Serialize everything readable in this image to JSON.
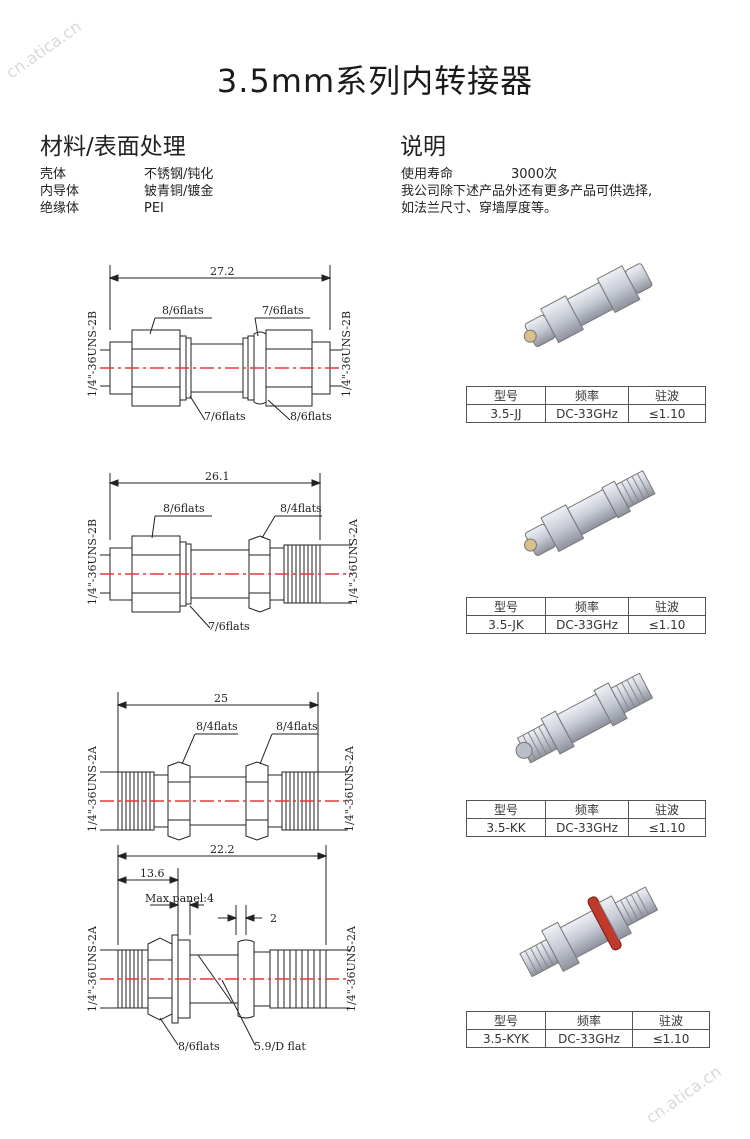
{
  "title": "3.5mm系列内转接器",
  "materials": {
    "heading": "材料/表面处理",
    "rows": [
      {
        "k": "壳体",
        "v": "不锈钢/钝化"
      },
      {
        "k": "内导体",
        "v": "铍青铜/镀金"
      },
      {
        "k": "绝缘体",
        "v": "PEI"
      }
    ]
  },
  "description": {
    "heading": "说明",
    "life_label": "使用寿命",
    "life_value": "3000次",
    "line1": "我公司除下述产品外还有更多产品可供选择,",
    "line2": "如法兰尺寸、穿墙厚度等。"
  },
  "drawings": [
    {
      "length": "27.2",
      "flats": [
        "8/6flats",
        "7/6flats",
        "7/6flats",
        "8/6flats"
      ],
      "thread_left": "1/4\"-36UNS-2B",
      "thread_right": "1/4\"-36UNS-2B"
    },
    {
      "length": "26.1",
      "flats": [
        "8/6flats",
        "8/4flats",
        "7/6flats"
      ],
      "thread_left": "1/4\"-36UNS-2B",
      "thread_right": "1/4\"-36UNS-2A"
    },
    {
      "length": "25",
      "flats": [
        "8/4flats",
        "8/4flats"
      ],
      "thread_left": "1/4\"-36UNS-2A",
      "thread_right": "1/4\"-36UNS-2A"
    },
    {
      "length": "22.2",
      "sub_length": "13.6",
      "panel": "Max panel:4",
      "gap": "2",
      "flats": [
        "8/6flats",
        "5.9/D flat"
      ],
      "thread_left": "1/4\"-36UNS-2A",
      "thread_right": "1/4\"-36UNS-2A"
    }
  ],
  "table_headers": {
    "model": "型号",
    "freq": "频率",
    "vswr": "驻波"
  },
  "products": [
    {
      "model": "3.5-JJ",
      "freq": "DC-33GHz",
      "vswr": "≤1.10"
    },
    {
      "model": "3.5-JK",
      "freq": "DC-33GHz",
      "vswr": "≤1.10"
    },
    {
      "model": "3.5-KK",
      "freq": "DC-33GHz",
      "vswr": "≤1.10"
    },
    {
      "model": "3.5-KYK",
      "freq": "DC-33GHz",
      "vswr": "≤1.10"
    }
  ],
  "watermark": "cn.atica.cn",
  "colors": {
    "centerline": "#e53935",
    "steel": "#c9cdd6",
    "gasket": "#c0392b"
  }
}
